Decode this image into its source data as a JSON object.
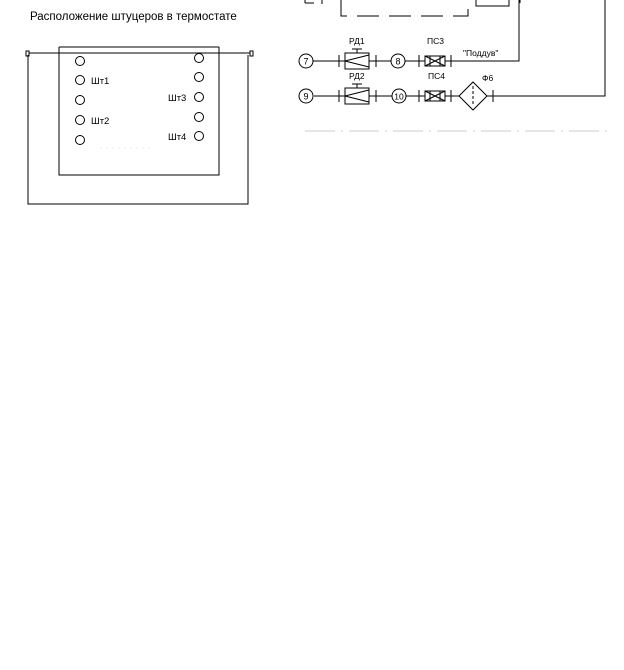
{
  "left_panel": {
    "title": "Расположение штуцеров в термостате",
    "fittings": {
      "sht1": "Шт1",
      "sht2": "Шт2",
      "sht3": "Шт3",
      "sht4": "Шт4"
    }
  },
  "scheme": {
    "nodes": {
      "n7": "7",
      "n8": "8",
      "n9": "9",
      "n10": "10"
    },
    "components": {
      "rd1": "РД1",
      "rd2": "РД2",
      "ps3": "ПС3",
      "ps4": "ПС4",
      "f6": "Ф6"
    },
    "line_label": "\"Поддув\""
  },
  "colors": {
    "ink": "#000000",
    "paper": "#ffffff",
    "faint": "#bfbfbf"
  }
}
